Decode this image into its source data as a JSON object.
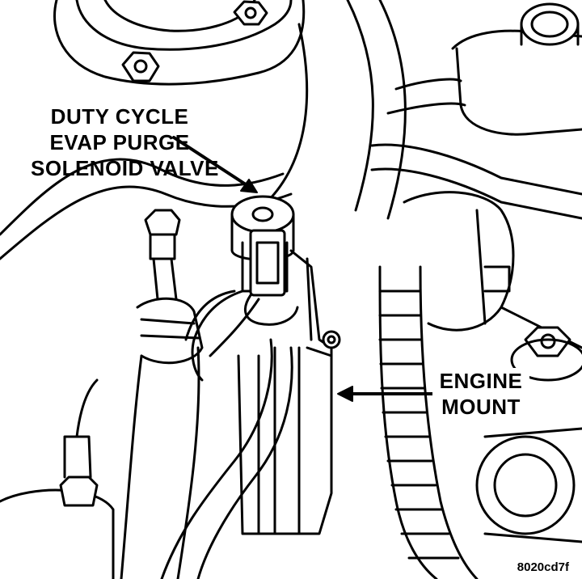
{
  "callouts": {
    "solenoid": {
      "lines": [
        "DUTY CYCLE",
        "EVAP PURGE",
        "SOLENOID VALVE"
      ]
    },
    "mount": {
      "lines": [
        "ENGINE",
        "MOUNT"
      ]
    }
  },
  "figure_code": "8020cd7f",
  "colors": {
    "ink": "#000000",
    "paper": "#ffffff"
  }
}
